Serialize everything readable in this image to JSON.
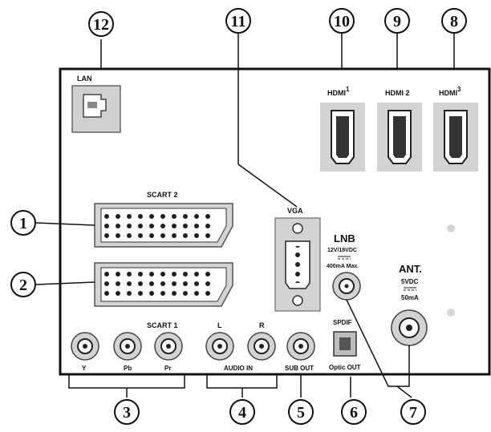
{
  "panel": {
    "lan": "LAN",
    "scart2": "SCART 2",
    "scart1": "SCART 1",
    "vga": "VGA",
    "hdmi1": {
      "text": "HDMI",
      "sup": "1"
    },
    "hdmi2": "HDMI 2",
    "hdmi3": {
      "text": "HDMI",
      "sup": "3"
    },
    "lnb": "LNB",
    "lnb_voltage": "12V/18VDC",
    "lnb_current": "400mA Max.",
    "ant": "ANT.",
    "ant_voltage": "5VDC",
    "ant_current": "50mA",
    "spdif": "SPDIF",
    "optic_out": "Optic OUT",
    "audio_l": "L",
    "audio_r": "R",
    "audio_in": "AUDIO IN",
    "sub_out": "SUB OUT",
    "comp_y": "Y",
    "comp_pb": "Pb",
    "comp_pr": "Pr"
  },
  "callouts": [
    "1",
    "2",
    "3",
    "4",
    "5",
    "6",
    "7",
    "8",
    "9",
    "10",
    "11",
    "12"
  ],
  "colors": {
    "panel_border": "#111111",
    "connector_fill": "#cfcfcf",
    "background": "#ffffff"
  }
}
